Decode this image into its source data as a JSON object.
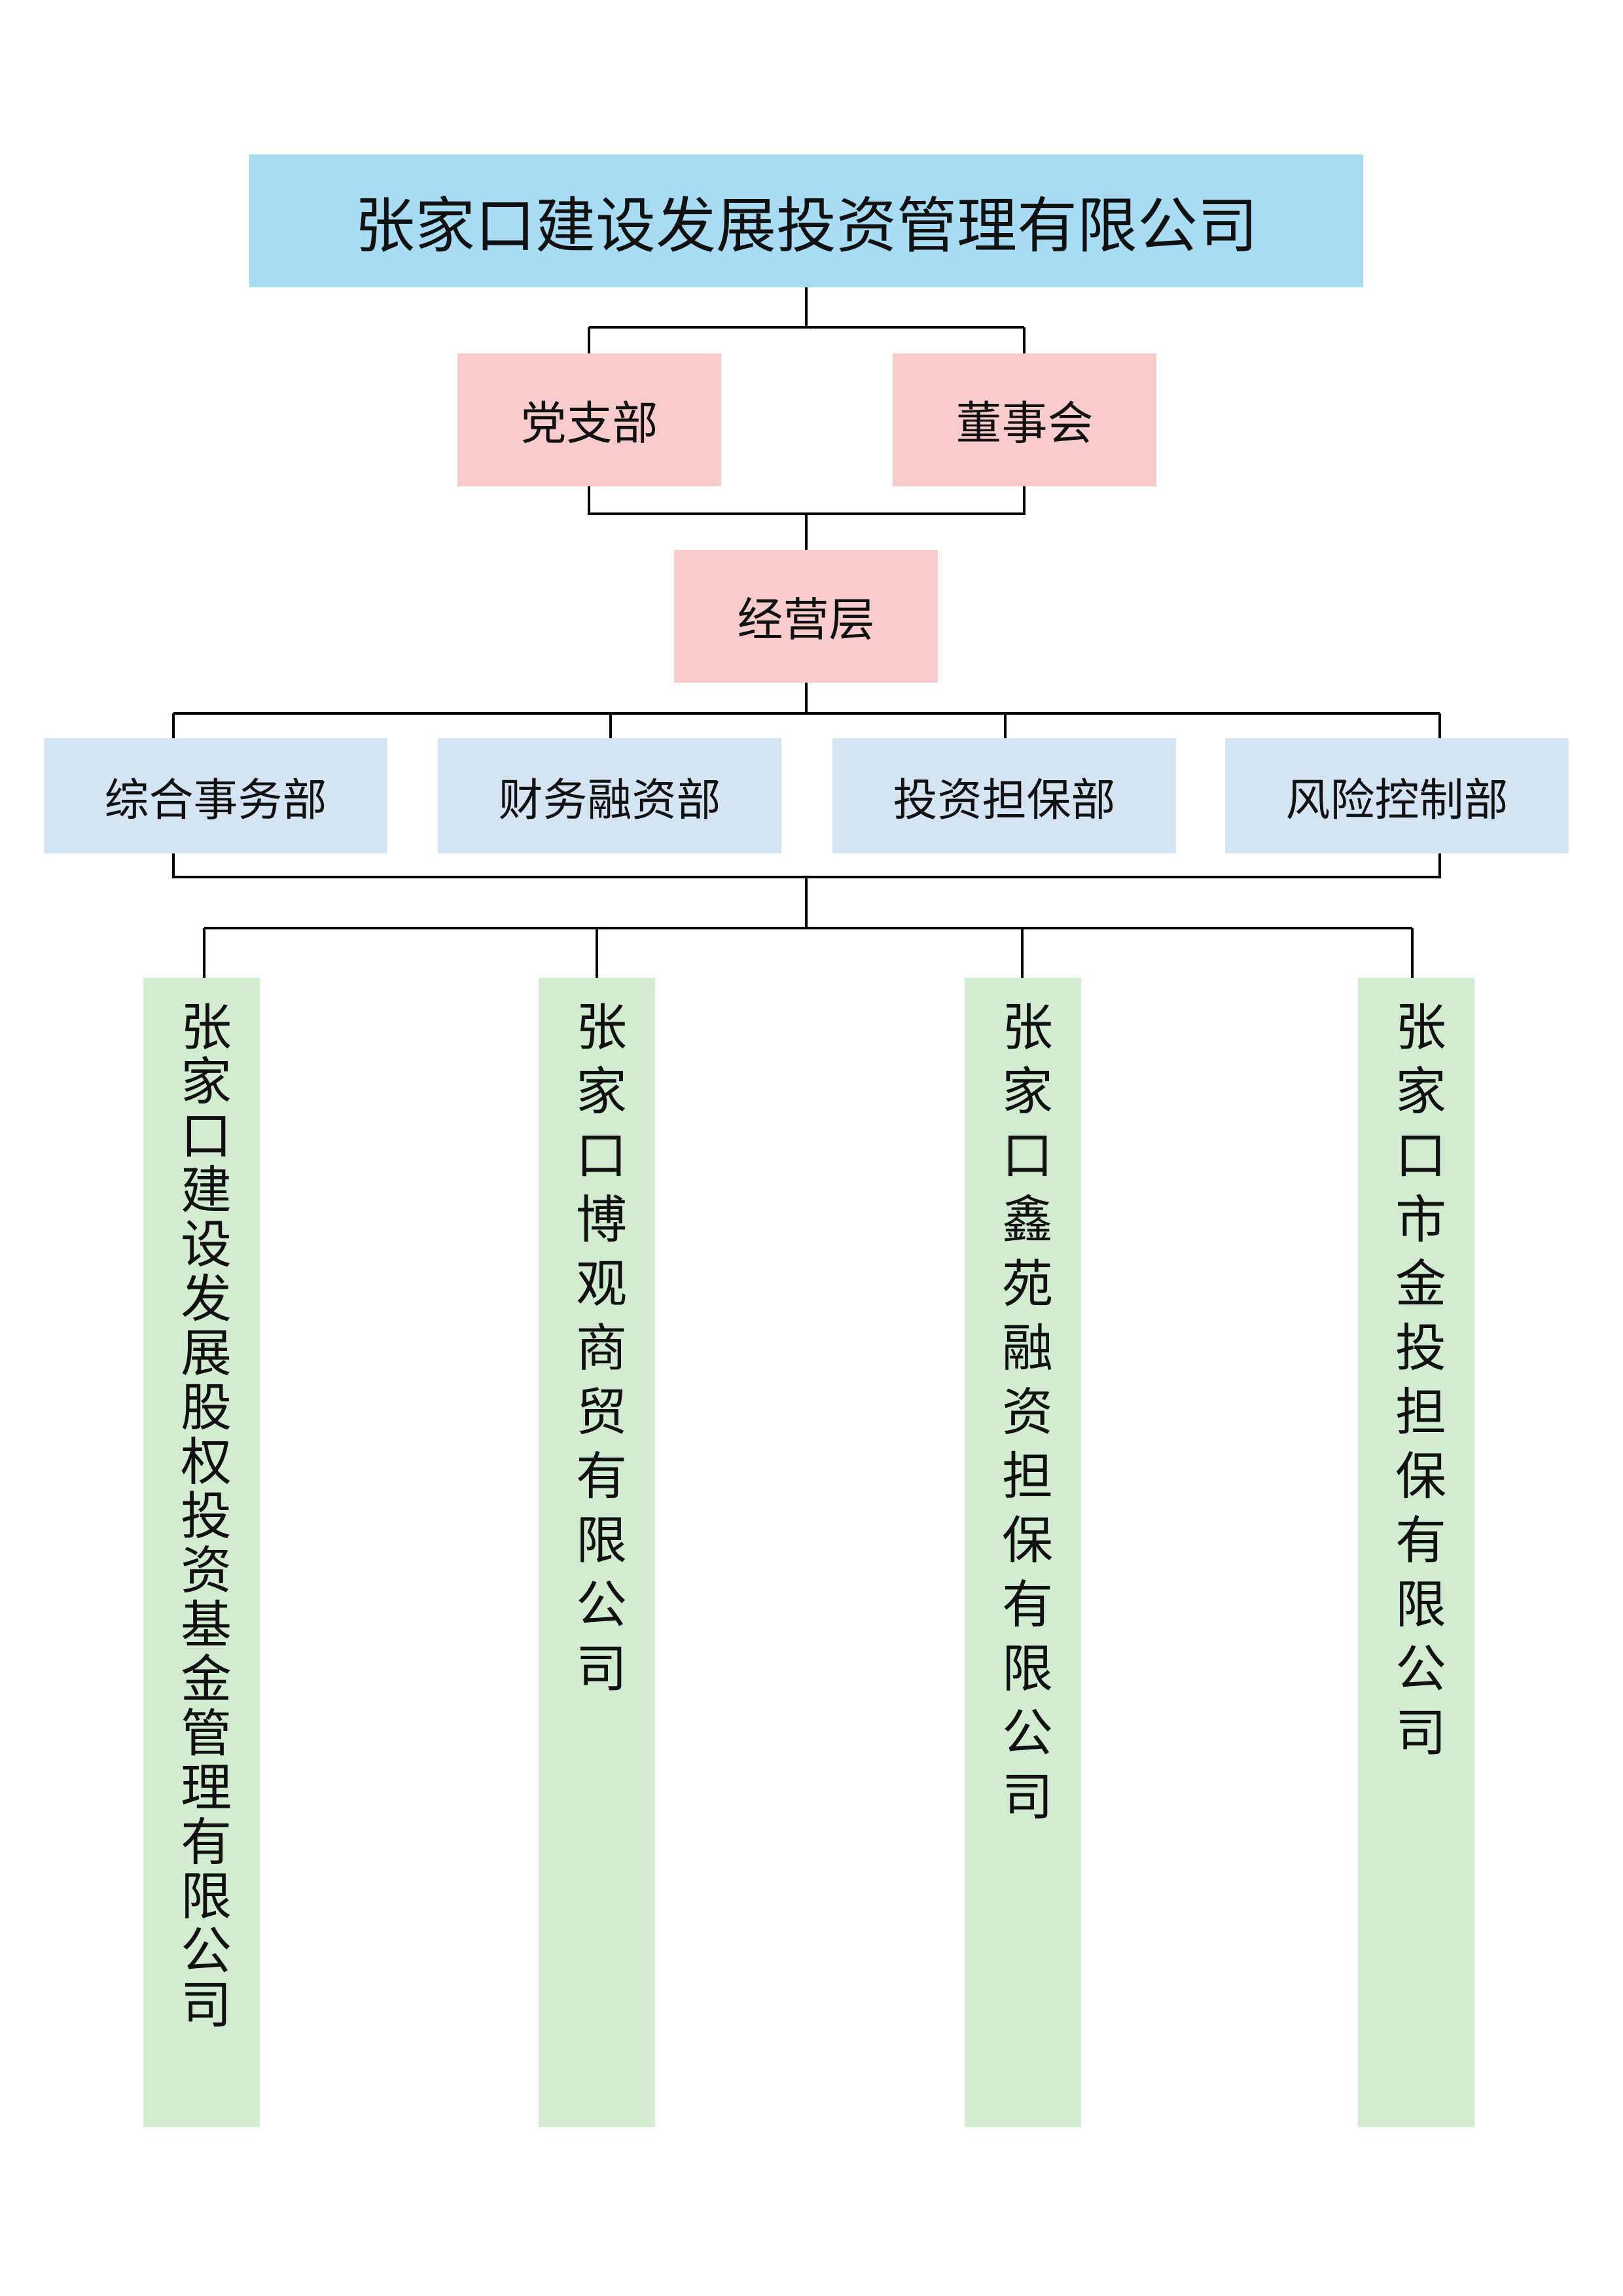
{
  "colors": {
    "top_fill": "#a8dcf4",
    "governance_fill": "#f9cccc",
    "department_fill": "#d5e4f3",
    "subsidiary_fill": "#d2ecd2",
    "line": "#000000"
  },
  "company": {
    "name": "张家口建设发展投资管理有限公司"
  },
  "governance": {
    "party_branch": "党支部",
    "board": "董事会",
    "management": "经营层"
  },
  "departments": [
    "综合事务部",
    "财务融资部",
    "投资担保部",
    "风险控制部"
  ],
  "subsidiaries": [
    "张家口建设发展股权投资基金管理有限公司",
    "张家口博观商贸有限公司",
    "张家口鑫苑融资担保有限公司",
    "张家口市金投担保有限公司"
  ]
}
